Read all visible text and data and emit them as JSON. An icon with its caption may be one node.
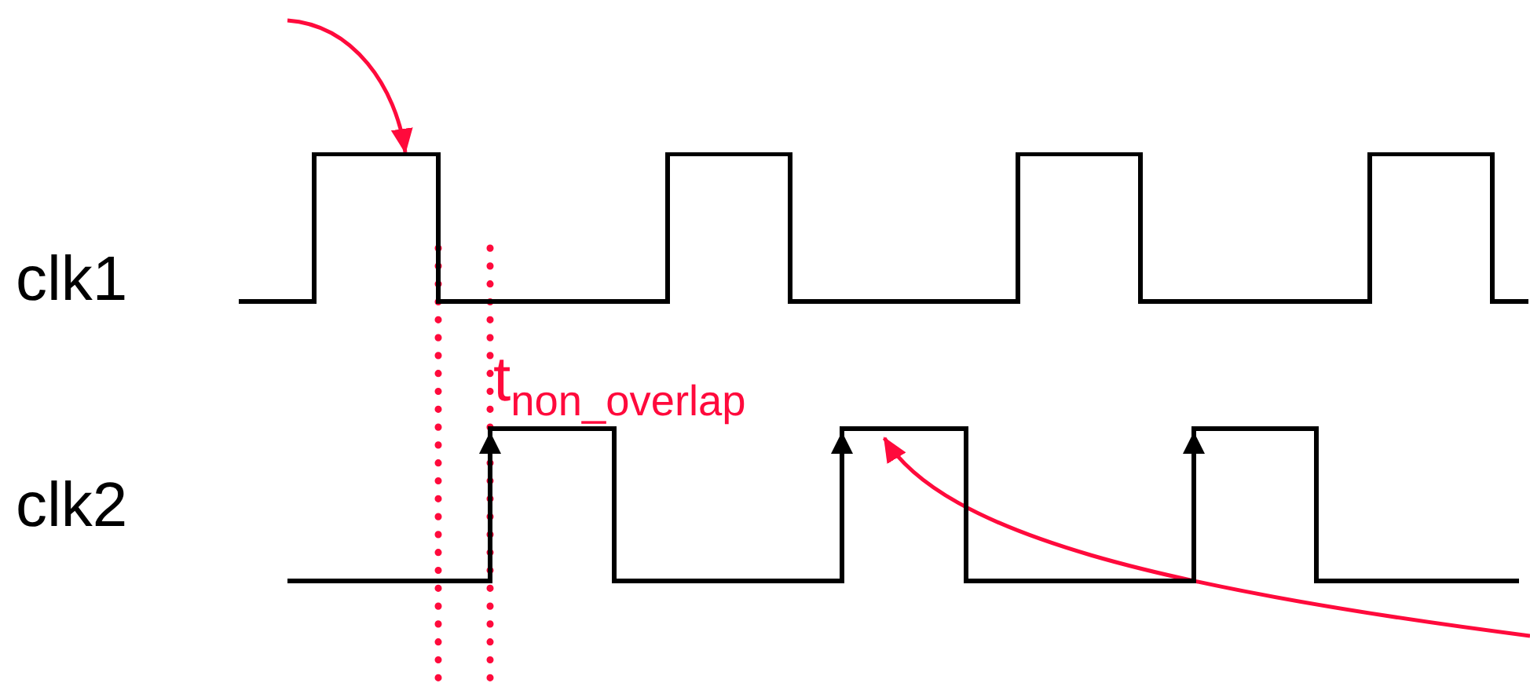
{
  "diagram": {
    "nodes": [
      {
        "text": [],
        "shape": "picture"
      },
      {
        "text": [],
        "shape": "picture"
      }
    ],
    "edges": [
      {
        "from": null,
        "to": 0,
        "arrow": "to"
      },
      {
        "from": null,
        "to": 1,
        "arrow": "to"
      }
    ],
    "labels": [
      "clk1",
      "t$_{non_overlap}$",
      "clk2"
    ]
  }
}
